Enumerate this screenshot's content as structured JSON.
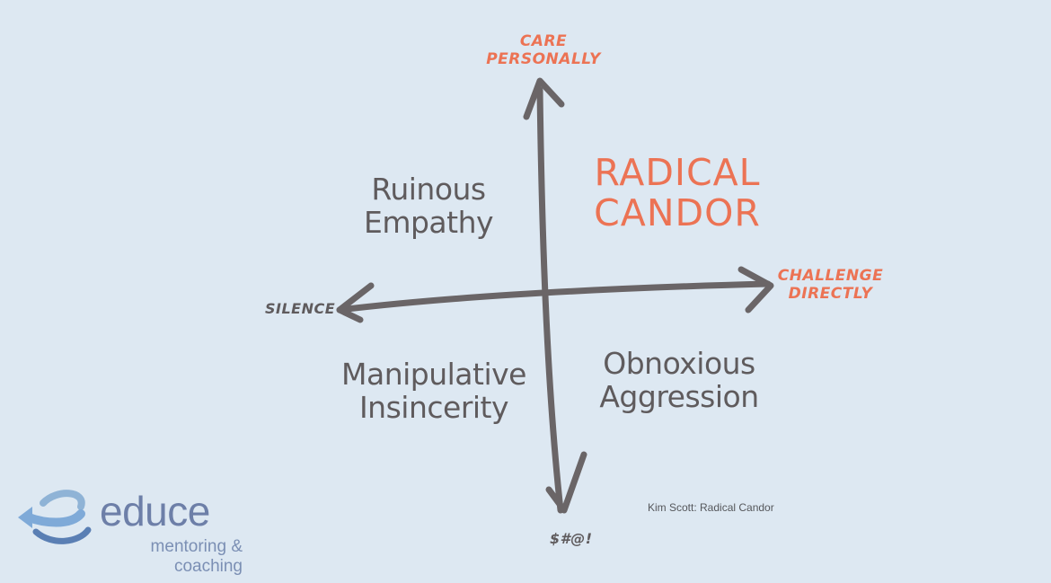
{
  "axes": {
    "top_line1": "CARE",
    "top_line2": "PERSONALLY",
    "right_line1": "CHALLENGE",
    "right_line2": "DIRECTLY",
    "left": "SILENCE",
    "bottom": "$#@!"
  },
  "quadrants": {
    "top_left": [
      "Ruinous",
      "Empathy"
    ],
    "top_right": [
      "RADICAL",
      "CANDOR"
    ],
    "bottom_left": [
      "Manipulative",
      "Insincerity"
    ],
    "bottom_right": [
      "Obnoxious",
      "Aggression"
    ]
  },
  "caption": "Kim Scott: Radical Candor",
  "logo": {
    "name": "educe",
    "sub_line1": "mentoring &",
    "sub_line2": "coaching"
  },
  "colors": {
    "background": "#dde8f2",
    "axis": "#6a6567",
    "accent": "#ec7354",
    "brand": "#6d7fa8"
  }
}
